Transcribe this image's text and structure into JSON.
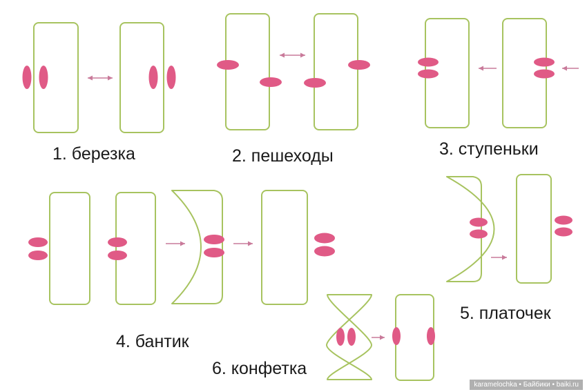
{
  "labels": {
    "l1": "1. березка",
    "l2": "2. пешеходы",
    "l3": "3. ступеньки",
    "l4": "4. бантик",
    "l5": "5. платочек",
    "l6": "6. конфетка"
  },
  "watermark": "karamelochka • Байбики • baiki.ru",
  "colors": {
    "outline": "#a7c35f",
    "blob": "#e05a86",
    "arrow": "#c97a9a",
    "text": "#1a1a1a"
  }
}
